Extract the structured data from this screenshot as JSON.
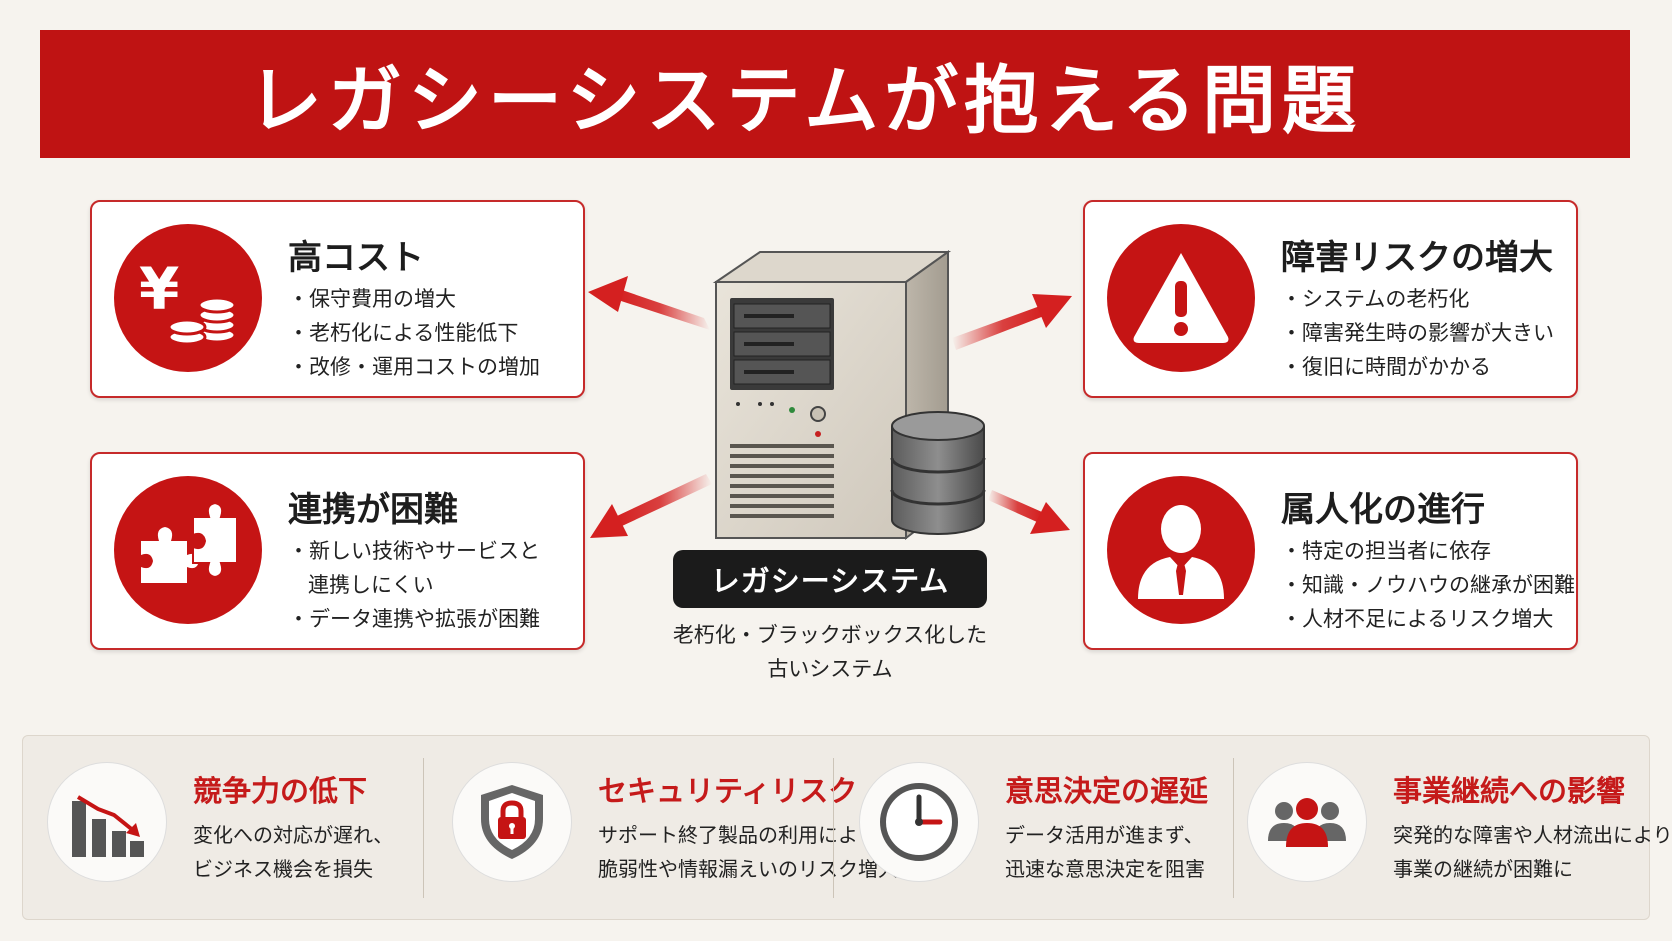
{
  "title": "レガシーシステムが抱える問題",
  "center": {
    "label": "レガシーシステム",
    "sub_lines": [
      "老朽化・ブラックボックス化した",
      "古いシステム"
    ]
  },
  "cards": {
    "cost": {
      "title": "高コスト",
      "items": [
        "・保守費用の増大",
        "・老朽化による性能低下",
        "・改修・運用コストの増加"
      ]
    },
    "risk": {
      "title": "障害リスクの増大",
      "items": [
        "・システムの老朽化",
        "・障害発生時の影響が大きい",
        "・復旧に時間がかかる"
      ]
    },
    "link": {
      "title": "連携が困難",
      "items": [
        "・新しい技術やサービスと",
        "連携しにくい",
        "・データ連携や拡張が困難"
      ]
    },
    "person": {
      "title": "属人化の進行",
      "items": [
        "・特定の担当者に依存",
        "・知識・ノウハウの継承が困難",
        "・人材不足によるリスク増大"
      ]
    }
  },
  "bottom": [
    {
      "title": "競争力の低下",
      "lines": [
        "変化への対応が遅れ、",
        "ビジネス機会を損失"
      ],
      "icon": "declining-chart-icon"
    },
    {
      "title": "セキュリティリスク",
      "lines": [
        "サポート終了製品の利用により、",
        "脆弱性や情報漏えいのリスク増大"
      ],
      "icon": "shield-lock-icon"
    },
    {
      "title": "意思決定の遅延",
      "lines": [
        "データ活用が進まず、",
        "迅速な意思決定を阻害"
      ],
      "icon": "clock-icon"
    },
    {
      "title": "事業継続への影響",
      "lines": [
        "突発的な障害や人材流出により、",
        "事業の継続が困難に"
      ],
      "icon": "people-icon"
    }
  ],
  "colors": {
    "accent": "#c51414",
    "banner": "#bf1313",
    "dark": "#1b1b1b",
    "panel": "#efebe5"
  }
}
